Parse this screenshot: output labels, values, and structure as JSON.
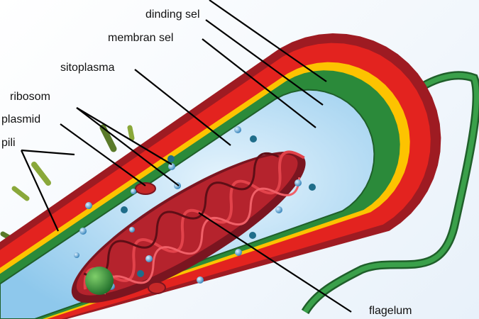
{
  "labels": {
    "cell_wall": "dinding sel",
    "cell_membrane": "membran sel",
    "cytoplasm": "sitoplasma",
    "ribosome": "ribosom",
    "plasmid": "plasmid",
    "pili": "pili",
    "flagellum": "flagelum"
  },
  "colors": {
    "wall_outer": "#9e1b22",
    "wall": "#e3231f",
    "capsule_layer": "#fdc300",
    "membrane": "#2b8a3a",
    "cytoplasm": "#bfe0f5",
    "nucleoid": "#a11f2a",
    "flagellum": "#2e8b3a"
  }
}
